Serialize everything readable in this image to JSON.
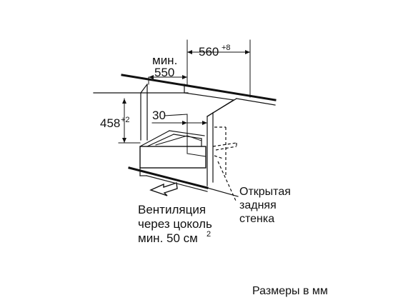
{
  "dimensions": {
    "width_prefix": "мин.",
    "width_value": "550",
    "depth_value": "560",
    "depth_tolerance": "+8",
    "height_value": "458",
    "height_tolerance": "+2",
    "inset_value": "30"
  },
  "callouts": {
    "back_wall_line1": "Открытая",
    "back_wall_line2": "задняя",
    "back_wall_line3": "стенка",
    "ventilation_line1": "Вентиляция",
    "ventilation_line2": "через цоколь",
    "ventilation_line3_prefix": "мин. 50 см",
    "ventilation_line3_superscript": "2"
  },
  "footer": {
    "units_note": "Размеры в мм"
  }
}
